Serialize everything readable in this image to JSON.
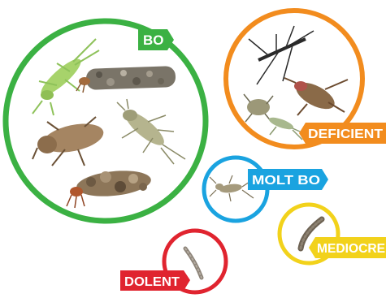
{
  "groups": [
    {
      "label": "BO",
      "color": "#3bb143",
      "insects": [
        "mayfly-nymph",
        "caddisfly-case",
        "stonefly-nymph",
        "dragonfly-nymph",
        "caddisfly-larva-case"
      ]
    },
    {
      "label": "DEFICIENT",
      "color": "#f28c1e",
      "insects": [
        "water-strider",
        "water-bug",
        "beetle-larva",
        "damselfly-nymph"
      ]
    },
    {
      "label": "MOLT BO",
      "color": "#1aa3e0",
      "insects": [
        "stonefly-nymph-small"
      ]
    },
    {
      "label": "MEDIOCRE",
      "color": "#f2d21b",
      "insects": [
        "cranefly-larva"
      ]
    },
    {
      "label": "DOLENT",
      "color": "#e0242f",
      "insects": [
        "worm-larva"
      ]
    }
  ]
}
